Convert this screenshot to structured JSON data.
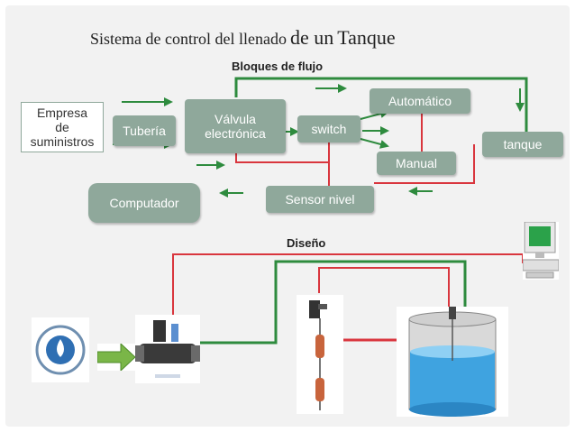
{
  "title": {
    "part1": "Sistema de control del llenado",
    "part2": "de un",
    "part3": "Tanque"
  },
  "sections": {
    "flow": "Bloques de flujo",
    "design": "Diseño"
  },
  "blocks": {
    "supplier": "Empresa\nde\nsuministros",
    "pipe": "Tubería",
    "valve": "Válvula\nelectrónica",
    "switch": "switch",
    "automatic": "Automático",
    "manual": "Manual",
    "tank": "tanque",
    "computer": "Computador",
    "sensor": "Sensor nivel"
  },
  "colors": {
    "box": "#8fa89b",
    "green_line": "#2e8b3e",
    "red_line": "#d9363e",
    "panel": "#f2f2f2"
  },
  "icons": [
    "hidro-caribe-logo",
    "electronic-valve-photo",
    "level-sensor-photo",
    "tank-photo",
    "computer-icon",
    "right-arrow-icon"
  ]
}
